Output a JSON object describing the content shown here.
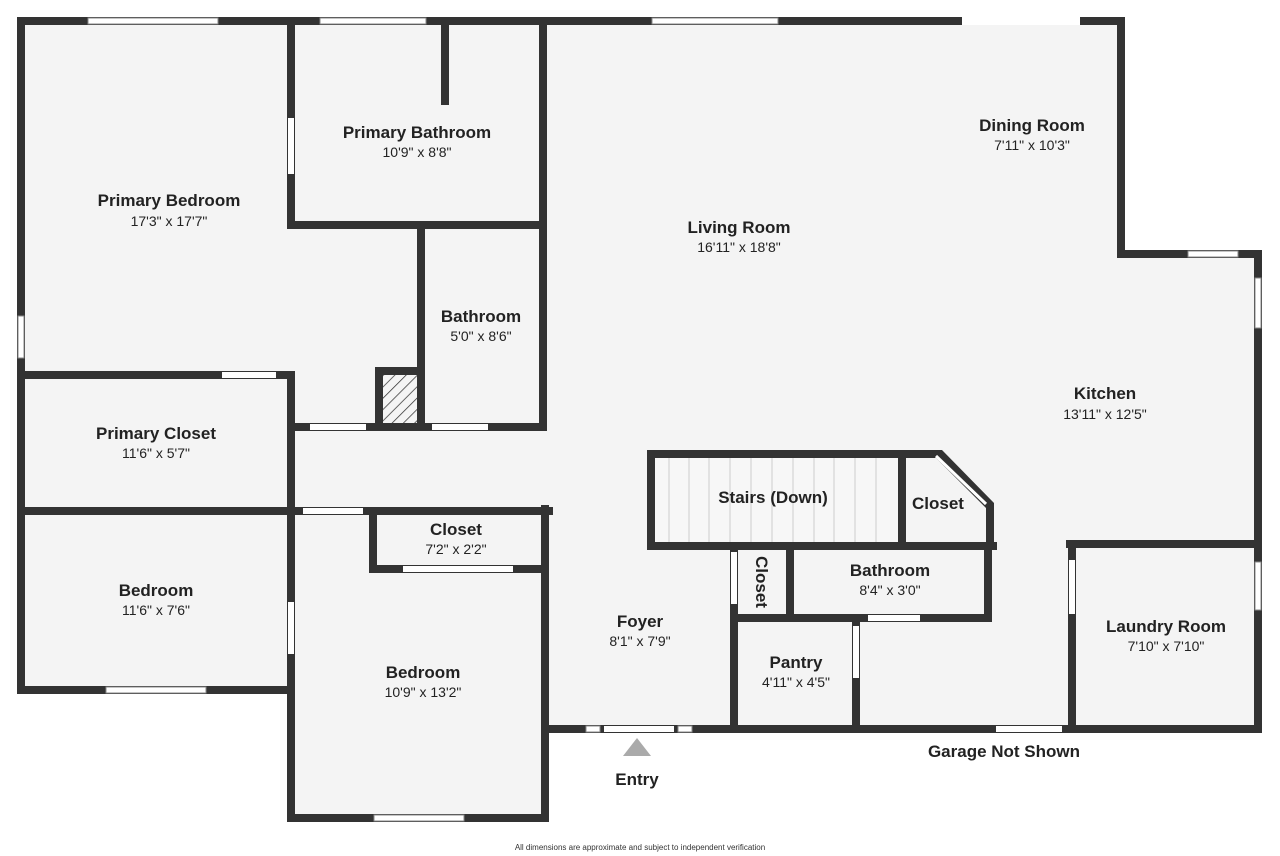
{
  "rooms": {
    "primary_bedroom": {
      "name": "Primary Bedroom",
      "dim": "17'3\" x 17'7\""
    },
    "primary_bathroom": {
      "name": "Primary Bathroom",
      "dim": "10'9\" x 8'8\""
    },
    "dining_room": {
      "name": "Dining Room",
      "dim": "7'11\" x 10'3\""
    },
    "living_room": {
      "name": "Living Room",
      "dim": "16'11\" x 18'8\""
    },
    "bathroom_mid": {
      "name": "Bathroom",
      "dim": "5'0\" x 8'6\""
    },
    "kitchen": {
      "name": "Kitchen",
      "dim": "13'11\" x 12'5\""
    },
    "primary_closet": {
      "name": "Primary Closet",
      "dim": "11'6\" x 5'7\""
    },
    "stairs": {
      "name": "Stairs (Down)"
    },
    "closet_stairs": {
      "name": "Closet"
    },
    "closet_bed": {
      "name": "Closet",
      "dim": "7'2\" x 2'2\""
    },
    "bedroom_left": {
      "name": "Bedroom",
      "dim": "11'6\" x 7'6\""
    },
    "closet_vertical": {
      "name": "Closet"
    },
    "bathroom_small": {
      "name": "Bathroom",
      "dim": "8'4\" x 3'0\""
    },
    "laundry_room": {
      "name": "Laundry Room",
      "dim": "7'10\" x 7'10\""
    },
    "foyer": {
      "name": "Foyer",
      "dim": "8'1\" x 7'9\""
    },
    "pantry": {
      "name": "Pantry",
      "dim": "4'11\" x 4'5\""
    },
    "bedroom_bottom": {
      "name": "Bedroom",
      "dim": "10'9\" x 13'2\""
    }
  },
  "labels": {
    "entry": "Entry",
    "garage": "Garage Not Shown",
    "disclaimer": "All dimensions are approximate and subject to independent verification"
  },
  "colors": {
    "wall": "#333333",
    "floor": "#f4f4f4",
    "entry_arrow": "#aaaaaa"
  }
}
